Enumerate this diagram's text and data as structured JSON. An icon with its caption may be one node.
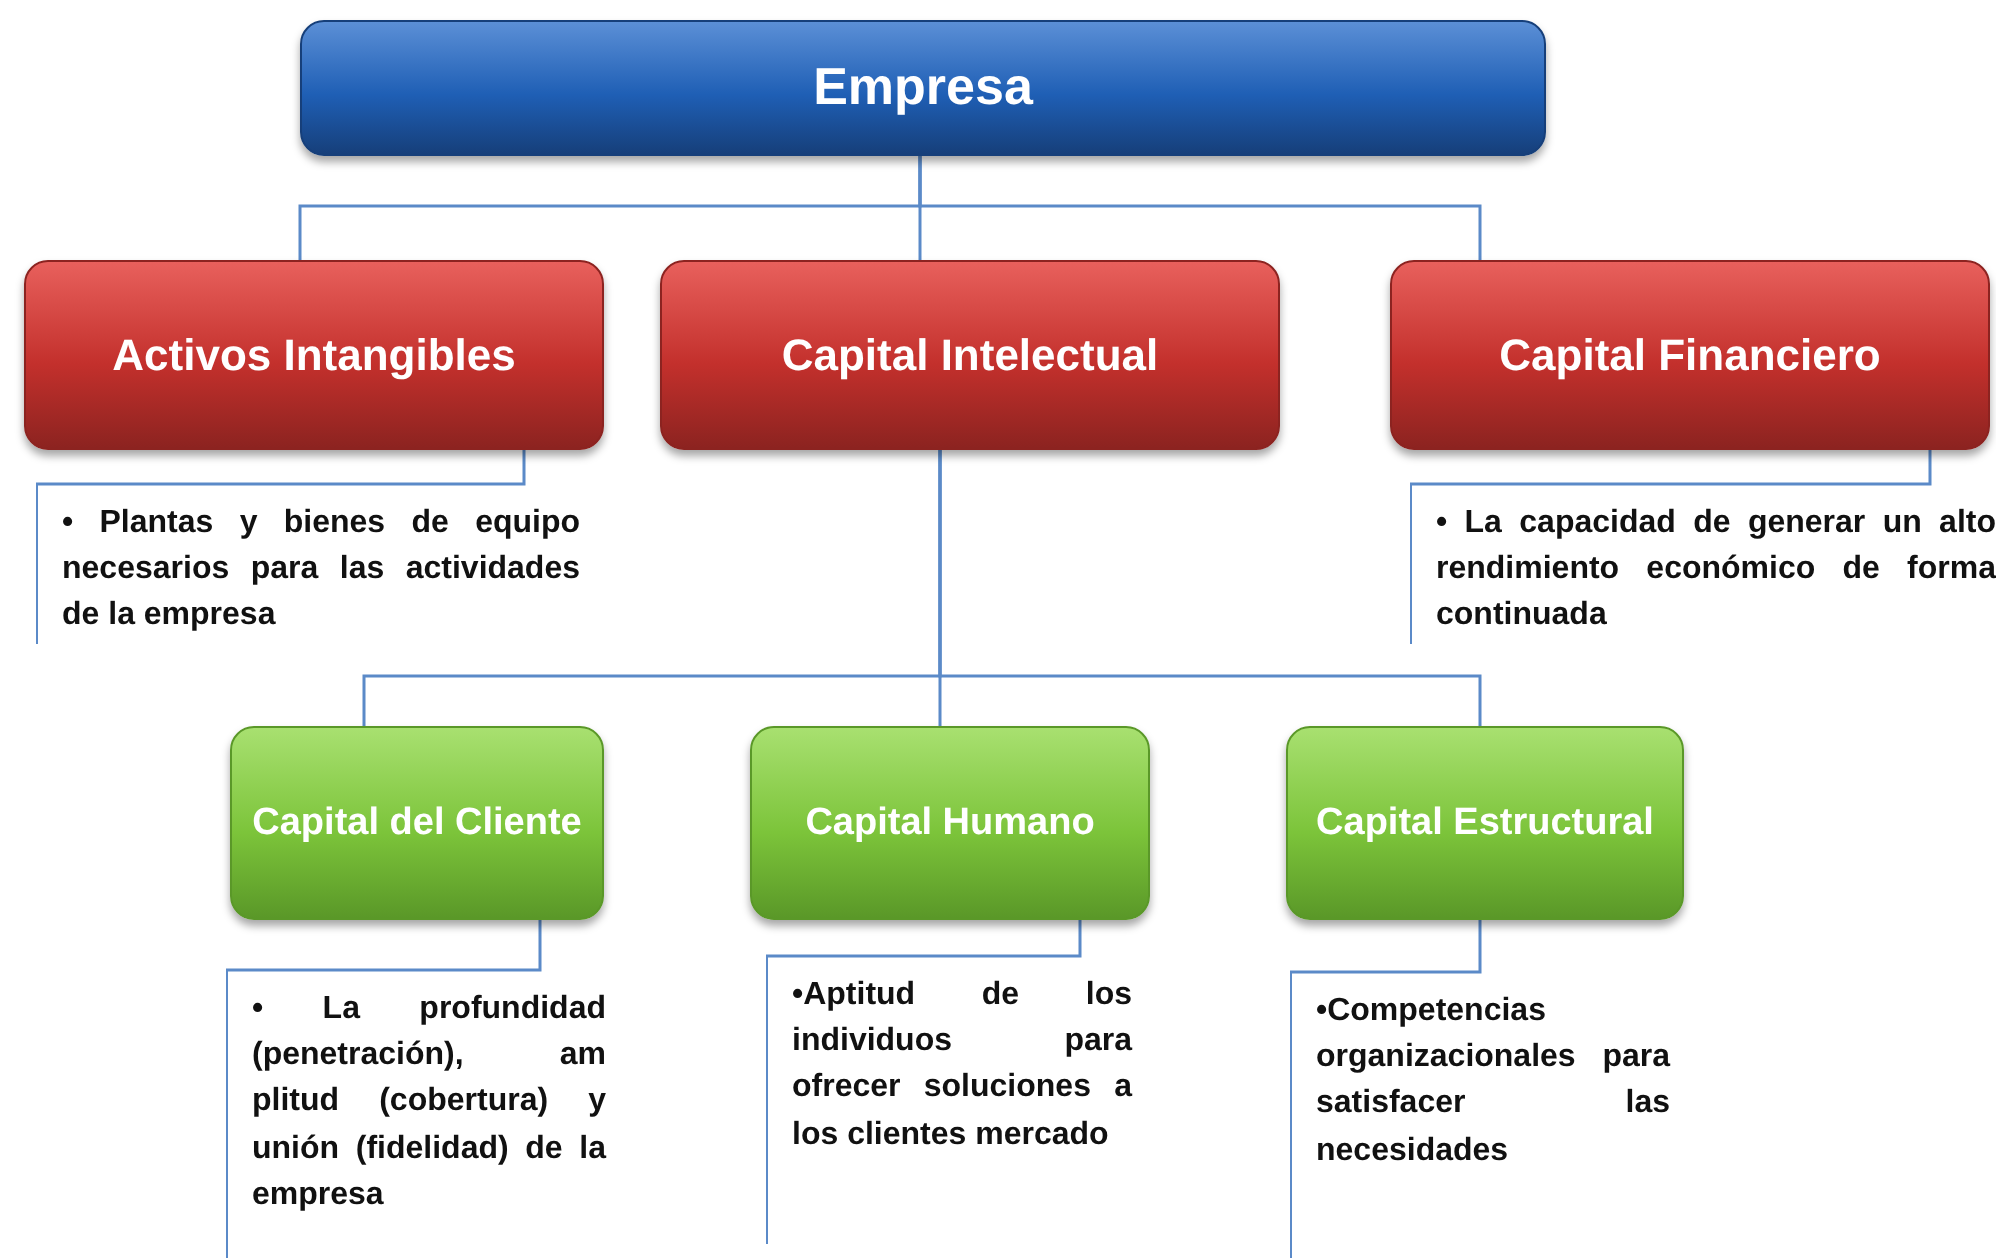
{
  "diagram": {
    "nodes": [
      {
        "text": [
          "Empresa"
        ]
      },
      {
        "text": [
          "Activos Intangibles"
        ]
      },
      {
        "text": [
          "Capital Intelectual"
        ]
      },
      {
        "text": [
          "Capital Financiero"
        ]
      },
      {
        "text": [
          "• Plantas y bienes de equipo necesarios para las actividades de la empresa"
        ]
      },
      {
        "text": [
          "• La capacidad de generar un alto rendimiento económico de forma continuada"
        ]
      },
      {
        "text": [
          "Capital del Cliente"
        ]
      },
      {
        "text": [
          "Capital Humano"
        ]
      },
      {
        "text": [
          "Capital Estructural"
        ]
      },
      {
        "text": [
          "• La profundidad (penetración), am plitud (cobertura) y unión (fidelidad) de la empresa"
        ]
      },
      {
        "text": [
          "•Aptitud de los individuos para ofrecer soluciones a los clientes mercado"
        ]
      },
      {
        "text": [
          "•Competencias organizacionales para satisfacer las necesidades"
        ]
      }
    ],
    "edges": [
      {
        "from": 0,
        "to": 1,
        "arrow": "none"
      },
      {
        "from": 0,
        "to": 2,
        "arrow": "none"
      },
      {
        "from": 0,
        "to": 3,
        "arrow": "none"
      },
      {
        "from": 1,
        "to": 4,
        "arrow": "none"
      },
      {
        "from": 3,
        "to": 5,
        "arrow": "none"
      },
      {
        "from": 2,
        "to": 6,
        "arrow": "none"
      },
      {
        "from": 2,
        "to": 7,
        "arrow": "none"
      },
      {
        "from": 2,
        "to": 8,
        "arrow": "none"
      },
      {
        "from": 6,
        "to": 9,
        "arrow": "none"
      },
      {
        "from": 7,
        "to": 10,
        "arrow": "none"
      },
      {
        "from": 8,
        "to": 11,
        "arrow": "none"
      }
    ]
  }
}
